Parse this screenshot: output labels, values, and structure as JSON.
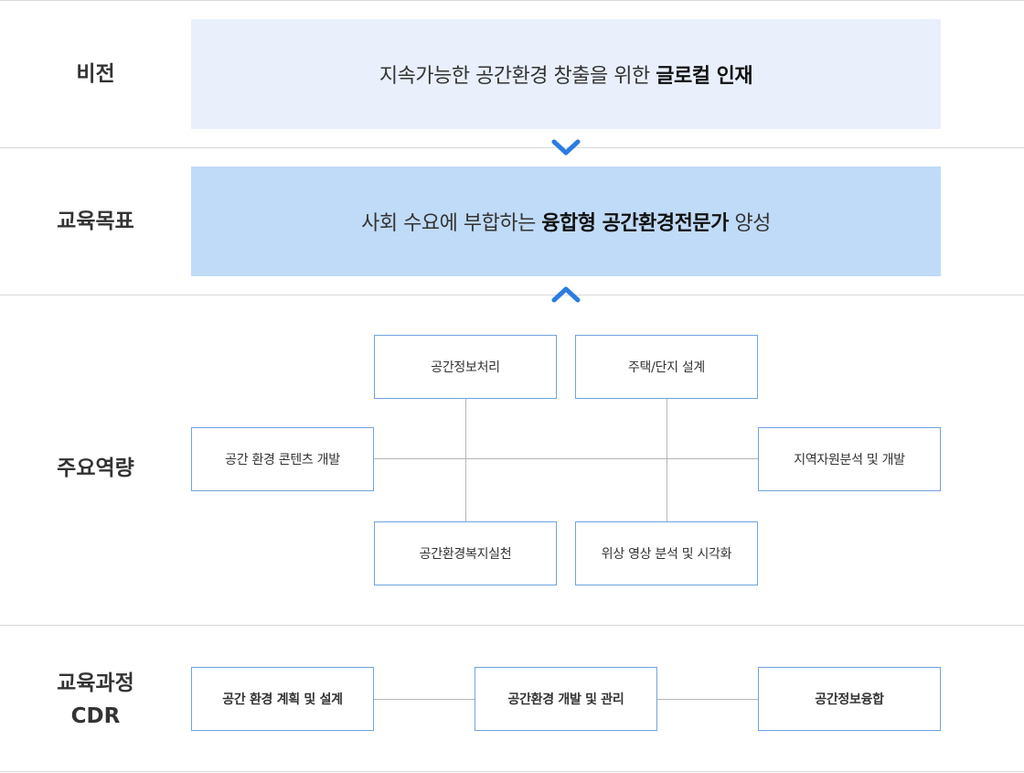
{
  "rows": {
    "vision": {
      "label": "비전"
    },
    "goal": {
      "label": "교육목표"
    },
    "competency": {
      "label": "주요역량"
    },
    "curriculum": {
      "label_line1": "교육과정",
      "label_line2": "CDR"
    }
  },
  "vision_banner": {
    "text_normal": "지속가능한 공간환경 창출을 위한 ",
    "text_bold": "글로컬 인재"
  },
  "goal_banner": {
    "text_normal_1": "사회 수요에 부합하는 ",
    "text_bold": "융합형 공간환경전문가",
    "text_normal_2": " 양성"
  },
  "arrows": {
    "down": {
      "icon": "chevron-down-icon",
      "color": "#2a7de1"
    },
    "up": {
      "icon": "chevron-up-icon",
      "color": "#2a7de1"
    }
  },
  "competencies": [
    {
      "label": "공간정보처리"
    },
    {
      "label": "주택/단지 설계"
    },
    {
      "label": "공간 환경 콘텐츠 개발"
    },
    {
      "label": "지역자원분석 및 개발"
    },
    {
      "label": "공간환경복지실천"
    },
    {
      "label": "위상 영상 분석 및 시각화"
    }
  ],
  "curriculum_steps": [
    {
      "label": "공간 환경 계획 및 설계"
    },
    {
      "label": "공간환경 개발 및 관리"
    },
    {
      "label": "공간정보융합"
    }
  ],
  "colors": {
    "vision_bg": "#e9f0fc",
    "goal_bg": "#c0dbf7",
    "box_border": "#6fa4e0",
    "connector": "#b5b5b5",
    "divider": "#d9d9d9"
  }
}
